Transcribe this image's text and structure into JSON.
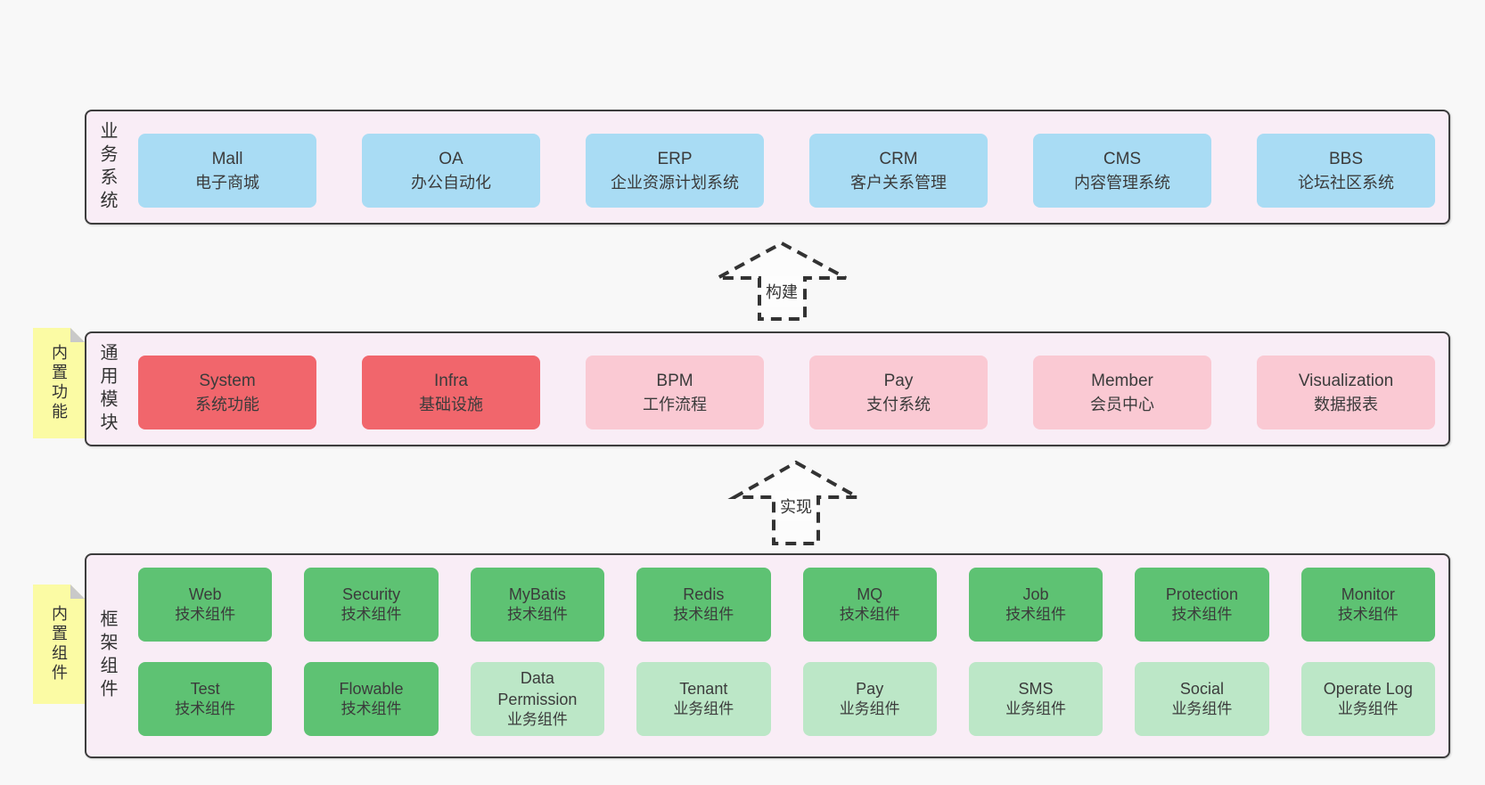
{
  "colors": {
    "page_bg": "#f8f8f8",
    "container_bg": "#f9edf6",
    "blue": "#a9dcf4",
    "red": "#f1666c",
    "pink": "#fac9d3",
    "green": "#5ec273",
    "green_light": "#bce7c7",
    "tag_yellow": "#fbfba4",
    "tag_fold": "#c9c9c9"
  },
  "arrows": {
    "build": "构建",
    "implement": "实现"
  },
  "layers": {
    "business": {
      "label": "业务系统",
      "boxes": [
        {
          "name": "Mall",
          "desc": "电子商城"
        },
        {
          "name": "OA",
          "desc": "办公自动化"
        },
        {
          "name": "ERP",
          "desc": "企业资源计划系统"
        },
        {
          "name": "CRM",
          "desc": "客户关系管理"
        },
        {
          "name": "CMS",
          "desc": "内容管理系统"
        },
        {
          "name": "BBS",
          "desc": "论坛社区系统"
        }
      ]
    },
    "modules": {
      "label": "通用模块",
      "tag": "内置功能",
      "boxes": [
        {
          "name": "System",
          "desc": "系统功能",
          "type": "red"
        },
        {
          "name": "Infra",
          "desc": "基础设施",
          "type": "red"
        },
        {
          "name": "BPM",
          "desc": "工作流程",
          "type": "pink"
        },
        {
          "name": "Pay",
          "desc": "支付系统",
          "type": "pink"
        },
        {
          "name": "Member",
          "desc": "会员中心",
          "type": "pink"
        },
        {
          "name": "Visualization",
          "desc": "数据报表",
          "type": "pink"
        }
      ]
    },
    "framework": {
      "label": "框架组件",
      "tag": "内置组件",
      "row1": [
        {
          "name": "Web",
          "desc": "技术组件"
        },
        {
          "name": "Security",
          "desc": "技术组件"
        },
        {
          "name": "MyBatis",
          "desc": "技术组件"
        },
        {
          "name": "Redis",
          "desc": "技术组件"
        },
        {
          "name": "MQ",
          "desc": "技术组件"
        },
        {
          "name": "Job",
          "desc": "技术组件"
        },
        {
          "name": "Protection",
          "desc": "技术组件"
        },
        {
          "name": "Monitor",
          "desc": "技术组件"
        }
      ],
      "row2": [
        {
          "name": "Test",
          "desc": "技术组件",
          "type": "green"
        },
        {
          "name": "Flowable",
          "desc": "技术组件",
          "type": "green"
        },
        {
          "name": "Data Permission",
          "desc": "业务组件",
          "type": "green_light"
        },
        {
          "name": "Tenant",
          "desc": "业务组件",
          "type": "green_light"
        },
        {
          "name": "Pay",
          "desc": "业务组件",
          "type": "green_light"
        },
        {
          "name": "SMS",
          "desc": "业务组件",
          "type": "green_light"
        },
        {
          "name": "Social",
          "desc": "业务组件",
          "type": "green_light"
        },
        {
          "name": "Operate Log",
          "desc": "业务组件",
          "type": "green_light"
        }
      ]
    }
  }
}
